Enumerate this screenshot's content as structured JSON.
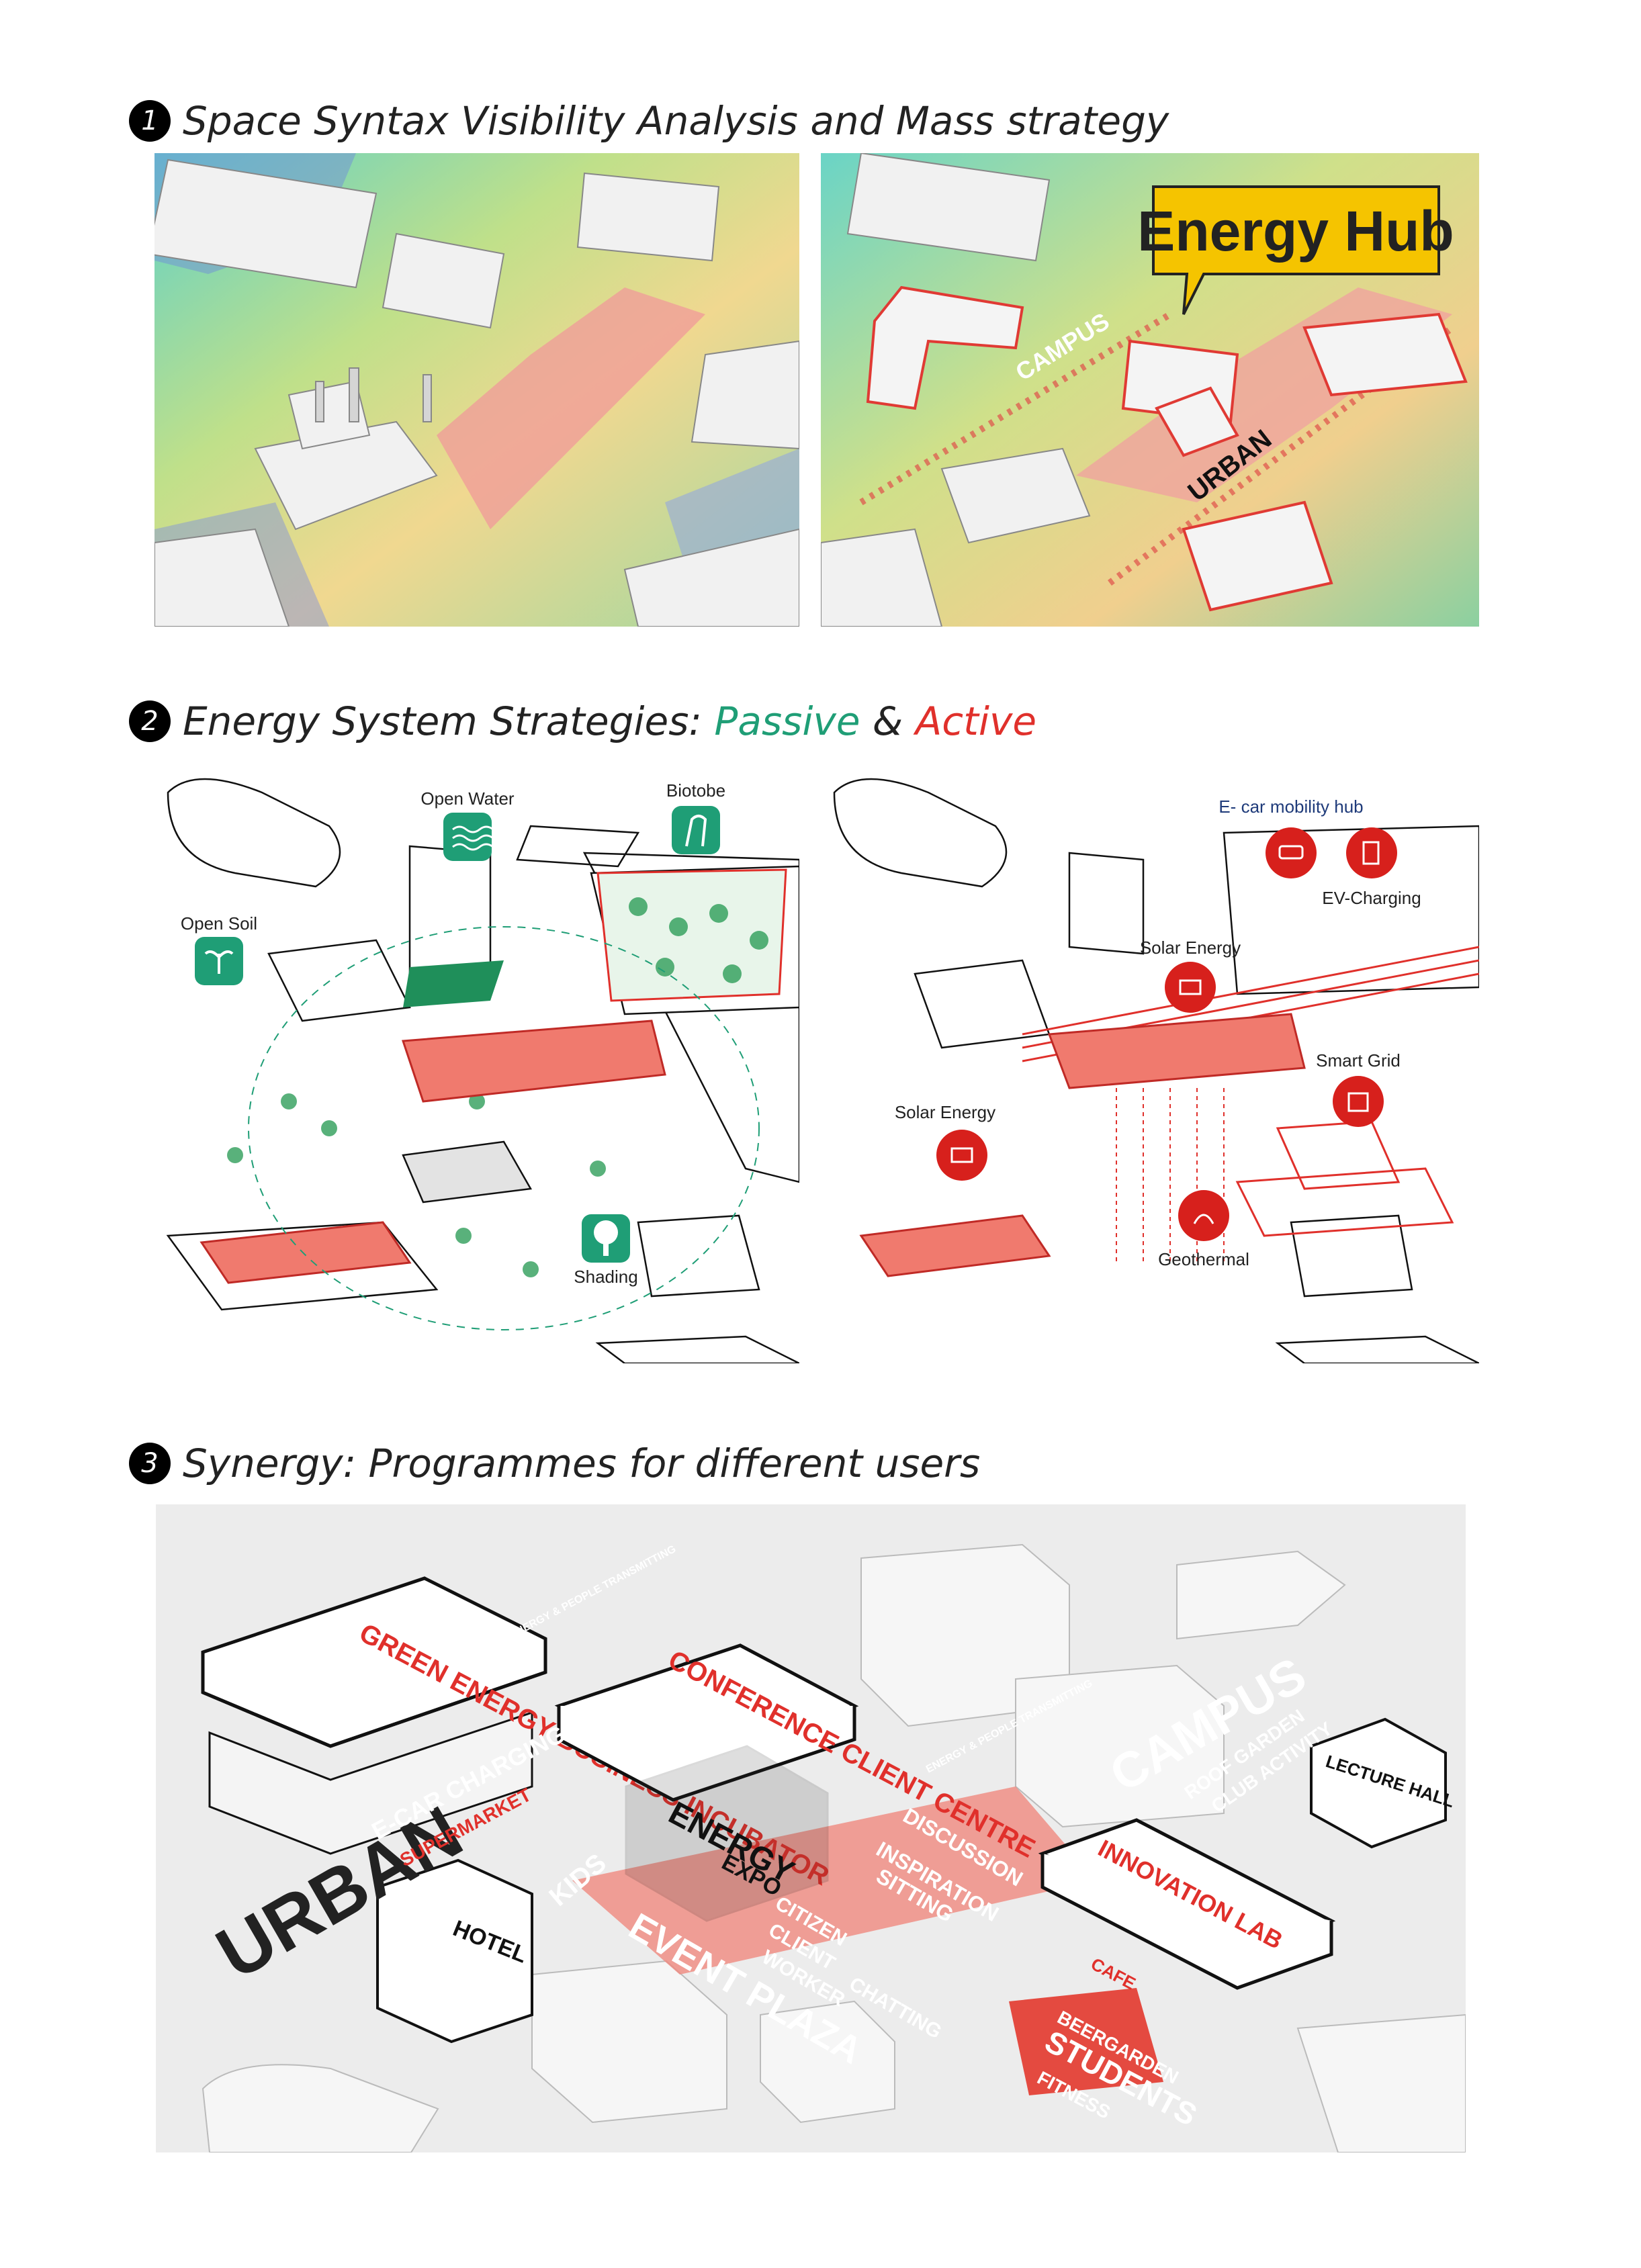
{
  "sections": [
    {
      "number": "1",
      "title": "Space Syntax Visibility Analysis and Mass strategy"
    },
    {
      "number": "2",
      "title_prefix": "Energy System Strategies: ",
      "passive": "Passive",
      "amp": " & ",
      "active": "Active"
    },
    {
      "number": "3",
      "title": "Synergy: Programmes for different users"
    }
  ],
  "panel1b": {
    "callout": "Energy Hub",
    "campus": "CAMPUS",
    "urban": "URBAN"
  },
  "passive_labels": {
    "open_water": "Open Water",
    "biotobe": "Biotobe",
    "open_soil": "Open Soil",
    "shading": "Shading"
  },
  "active_labels": {
    "ecar": "E- car mobility hub",
    "ev": "EV-Charging",
    "solar1": "Solar Energy",
    "smart_grid": "Smart Grid",
    "solar2": "Solar Energy",
    "geothermal": "Geothermal"
  },
  "synergy_labels": {
    "incubator": "GREEN ENERGY BUSINESS INCUBATOR",
    "conference": "CONFERENCE CLIENT CENTRE",
    "energy": "ENERGY",
    "expo": "EXPO",
    "innovation": "INNOVATION LAB",
    "lecture": "LECTURE HALL",
    "hotel": "HOTEL",
    "urban": "URBAN",
    "campus": "CAMPUS",
    "ecar_charging": "E-CAR CHARGING",
    "supermarket": "SUPERMARKET",
    "kids": "KIDS",
    "event_plaza": "EVENT PLAZA",
    "citizen": "CITIZEN",
    "client": "CLIENT",
    "worker": "WORKER",
    "chatting": "CHATTING",
    "discussion": "DISCUSSION",
    "inspiration": "INSPIRATION",
    "sitting": "SITTING",
    "roof_garden": "ROOF GARDEN",
    "club_activity": "CLUB ACTIVITY",
    "cafe": "CAFE",
    "beergarden": "BEERGARDEN",
    "students": "STUDENTS",
    "fitness": "FITNESS",
    "transmit1": "ENERGY & PEOPLE TRANSMITTING",
    "transmit2": "ENERGY & PEOPLE TRANSMITTING"
  }
}
